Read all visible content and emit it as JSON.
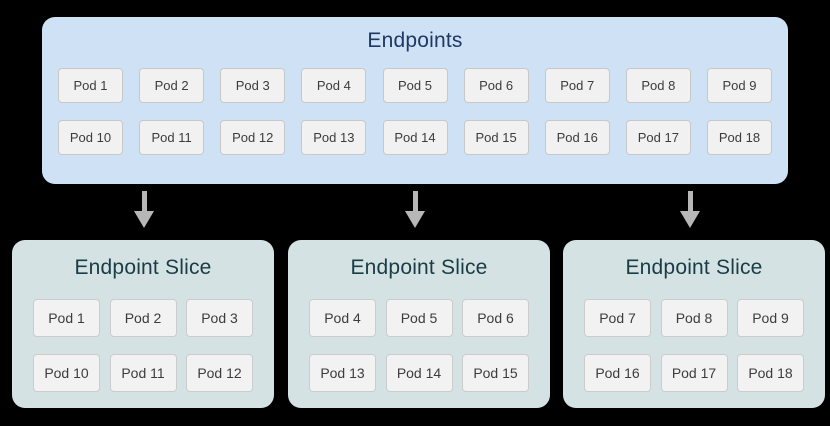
{
  "diagram": {
    "type": "kubernetes-endpointslice-diagram",
    "background_color": "#000000",
    "endpoints": {
      "title": "Endpoints",
      "panel_color": "#cfe1f5",
      "title_color": "#1f3864",
      "rows": [
        [
          "Pod 1",
          "Pod 2",
          "Pod 3",
          "Pod 4",
          "Pod 5",
          "Pod 6",
          "Pod 7",
          "Pod 8",
          "Pod 9"
        ],
        [
          "Pod 10",
          "Pod 11",
          "Pod 12",
          "Pod 13",
          "Pod 14",
          "Pod 15",
          "Pod 16",
          "Pod 17",
          "Pod 18"
        ]
      ]
    },
    "arrows": [
      {
        "name": "arrow-to-slice-1",
        "direction": "down",
        "color": "#b7b7b7"
      },
      {
        "name": "arrow-to-slice-2",
        "direction": "down",
        "color": "#b7b7b7"
      },
      {
        "name": "arrow-to-slice-3",
        "direction": "down",
        "color": "#b7b7b7"
      }
    ],
    "slices": [
      {
        "title": "Endpoint Slice",
        "panel_color": "#d4e2e4",
        "title_color": "#193c45",
        "rows": [
          [
            "Pod 1",
            "Pod 2",
            "Pod 3"
          ],
          [
            "Pod 10",
            "Pod 11",
            "Pod 12"
          ]
        ]
      },
      {
        "title": "Endpoint Slice",
        "panel_color": "#d4e2e4",
        "title_color": "#193c45",
        "rows": [
          [
            "Pod 4",
            "Pod 5",
            "Pod 6"
          ],
          [
            "Pod 13",
            "Pod 14",
            "Pod 15"
          ]
        ]
      },
      {
        "title": "Endpoint Slice",
        "panel_color": "#d4e2e4",
        "title_color": "#193c45",
        "rows": [
          [
            "Pod 7",
            "Pod 8",
            "Pod 9"
          ],
          [
            "Pod 16",
            "Pod 17",
            "Pod 18"
          ]
        ]
      }
    ],
    "pod_style": {
      "background": "#f1f1f1",
      "border_color": "#c8c8c8",
      "text_color": "#3c3c3c"
    }
  }
}
